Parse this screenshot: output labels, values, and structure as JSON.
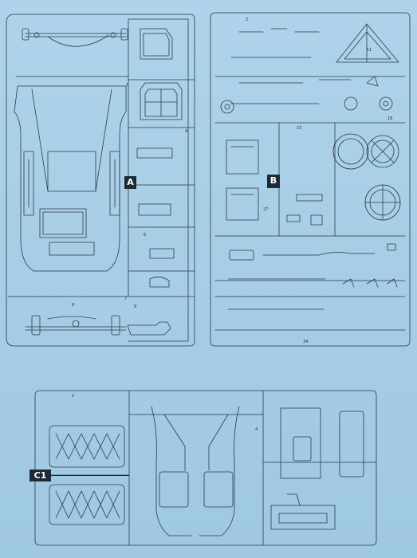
{
  "sprues": {
    "a": {
      "label": "A"
    },
    "b": {
      "label": "B"
    },
    "c1": {
      "label": "C1"
    }
  },
  "colors": {
    "background": "#a9cfe6",
    "line": "#2b3a47",
    "label_fill": "#1e2a36",
    "label_text": "#ffffff"
  }
}
